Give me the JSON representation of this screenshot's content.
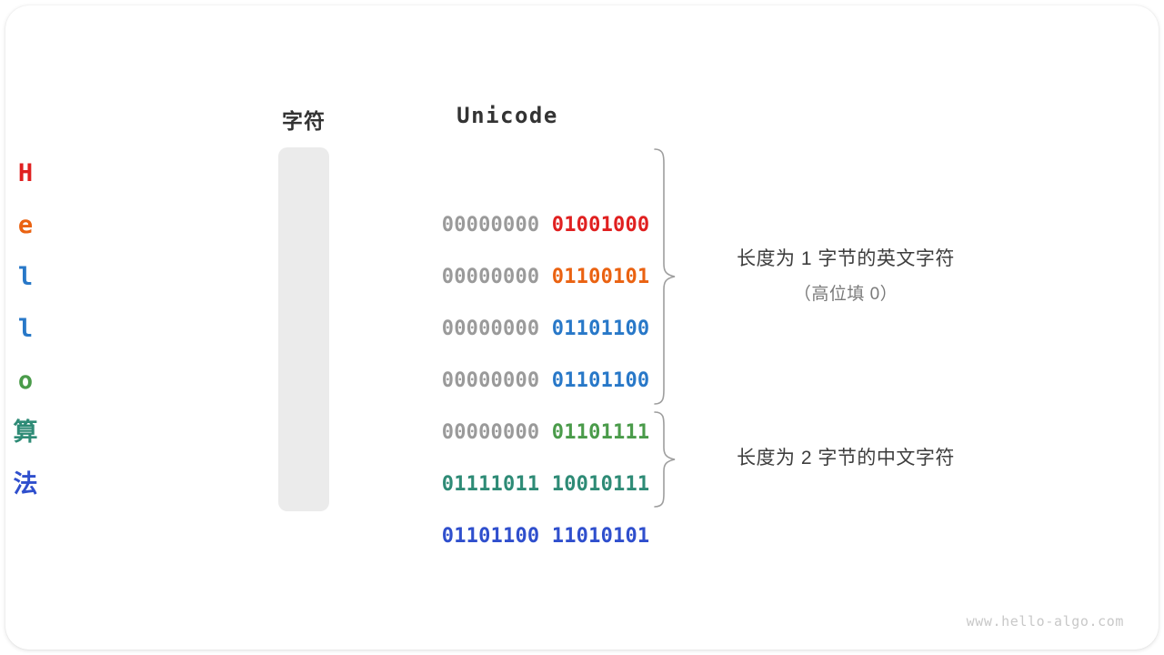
{
  "headers": {
    "character": "字符",
    "unicode": "Unicode"
  },
  "colors": {
    "red": "#e02020",
    "orange": "#ea6211",
    "blue": "#2878c8",
    "green": "#4a9b4a",
    "teal": "#2e8b76",
    "royal": "#2f4fcd",
    "high_bits": "#9a9a9a",
    "column_bg": "#ebebeb",
    "brace": "#9e9e9e",
    "watermark": "#c8c8c8"
  },
  "rows": [
    {
      "char": "H",
      "color": "#e02020",
      "high": "00000000",
      "low": "01001000"
    },
    {
      "char": "e",
      "color": "#ea6211",
      "high": "00000000",
      "low": "01100101"
    },
    {
      "char": "l",
      "color": "#2878c8",
      "high": "00000000",
      "low": "01101100"
    },
    {
      "char": "l",
      "color": "#2878c8",
      "high": "00000000",
      "low": "01101100"
    },
    {
      "char": "o",
      "color": "#4a9b4a",
      "high": "00000000",
      "low": "01101111"
    },
    {
      "char": "算",
      "color": "#2e8b76",
      "high": "01111011",
      "low": "10010111",
      "high_colored": true
    },
    {
      "char": "法",
      "color": "#2f4fcd",
      "high": "01101100",
      "low": "11010101",
      "high_colored": true
    }
  ],
  "annotations": [
    {
      "line1": "长度为 1 字节的英文字符",
      "line2": "（高位填 0）"
    },
    {
      "line1": "长度为 2 字节的中文字符",
      "line2": ""
    }
  ],
  "watermark": "www.hello-algo.com"
}
